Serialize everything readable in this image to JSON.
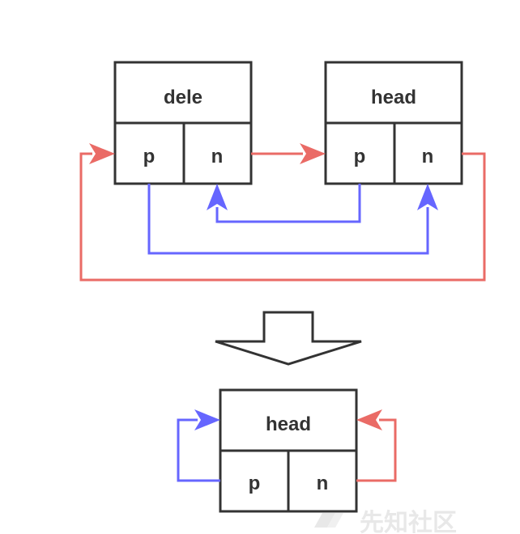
{
  "top_diagram": {
    "left_node": {
      "title": "dele",
      "field_prev": "p",
      "field_next": "n"
    },
    "right_node": {
      "title": "head",
      "field_prev": "p",
      "field_next": "n"
    }
  },
  "bottom_diagram": {
    "node": {
      "title": "head",
      "field_prev": "p",
      "field_next": "n"
    }
  },
  "watermark": {
    "text": "先知社区"
  },
  "colors": {
    "next_link": "#EA6B66",
    "prev_link": "#6666FF",
    "outline": "#333333"
  },
  "icons": {
    "transform_arrow": "down-arrow-icon",
    "watermark_logo": "logo-icon"
  }
}
